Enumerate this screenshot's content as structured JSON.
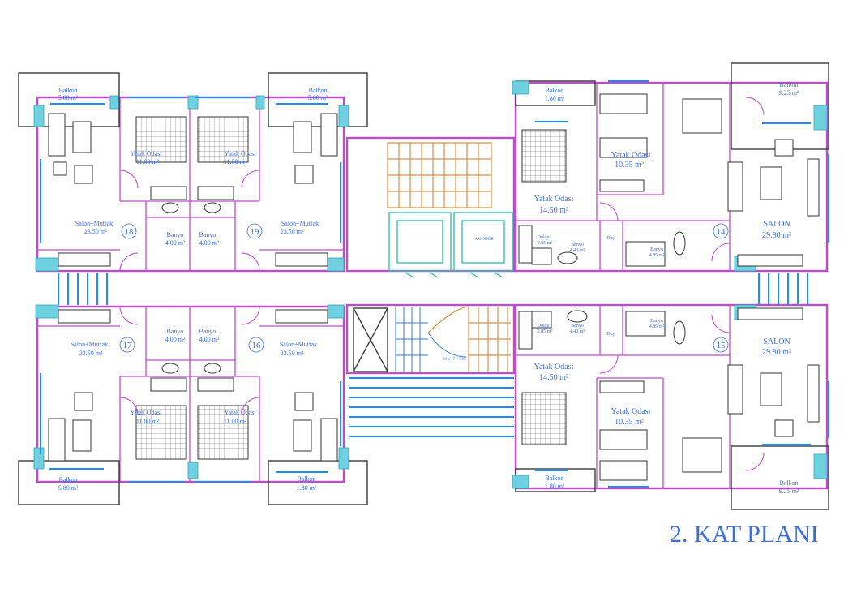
{
  "title": "2. KAT PLANI",
  "elevator_label": "ASANSÖR",
  "stair_note": "30 x 17 = 510",
  "units": [
    {
      "id": "18",
      "rooms": [
        {
          "name": "Balkon",
          "area": "5.80 m²"
        },
        {
          "name": "Yatak Odası",
          "area": "11.00 m²"
        },
        {
          "name": "Salon+Mutfak",
          "area": "23.50 m²"
        },
        {
          "name": "Banyo",
          "area": "4.00 m²"
        }
      ]
    },
    {
      "id": "19",
      "rooms": [
        {
          "name": "Balkon",
          "area": "5.80 m²"
        },
        {
          "name": "Yatak Odası",
          "area": "11.00 m²"
        },
        {
          "name": "Salon+Mutfak",
          "area": "23.50 m²"
        },
        {
          "name": "Banyo",
          "area": "4.00 m²"
        }
      ]
    },
    {
      "id": "17",
      "rooms": [
        {
          "name": "Balkon",
          "area": "5.80 m²"
        },
        {
          "name": "Yatak Odası",
          "area": "11.00 m²"
        },
        {
          "name": "Salon+Mutfak",
          "area": "23.50 m²"
        },
        {
          "name": "Banyo",
          "area": "4.00 m²"
        }
      ]
    },
    {
      "id": "16",
      "rooms": [
        {
          "name": "Balkon",
          "area": "1.80 m²"
        },
        {
          "name": "Yatak Odası",
          "area": "11.00 m²"
        },
        {
          "name": "Salon+Mutfak",
          "area": "23.50 m²"
        },
        {
          "name": "Banyo",
          "area": "4.00 m²"
        }
      ]
    },
    {
      "id": "14",
      "rooms": [
        {
          "name": "Balkon",
          "area": "1.80 m²"
        },
        {
          "name": "Balkon",
          "area": "9.25 m²"
        },
        {
          "name": "Yatak Odası",
          "area": "10.35 m²"
        },
        {
          "name": "Yatak Odası",
          "area": "14.50 m²"
        },
        {
          "name": "SALON",
          "area": "29.80 m²"
        },
        {
          "name": "Dolap",
          "area": "2.85 m²"
        },
        {
          "name": "Banyo",
          "area": "4.40 m²"
        },
        {
          "name": "Banyo",
          "area": "4.85 m²"
        },
        {
          "name": "Duş",
          "area": ""
        }
      ]
    },
    {
      "id": "15",
      "rooms": [
        {
          "name": "Balkon",
          "area": "1.80 m²"
        },
        {
          "name": "Balkon",
          "area": "9.25 m²"
        },
        {
          "name": "Yatak Odası",
          "area": "10.35 m²"
        },
        {
          "name": "Yatak Odası",
          "area": "14.50 m²"
        },
        {
          "name": "SALON",
          "area": "29.80 m²"
        },
        {
          "name": "Dolap",
          "area": "2.85 m²"
        },
        {
          "name": "Banyo",
          "area": "4.40 m²"
        },
        {
          "name": "Banyo",
          "area": "4.85 m²"
        },
        {
          "name": "Duş",
          "area": ""
        }
      ]
    }
  ]
}
